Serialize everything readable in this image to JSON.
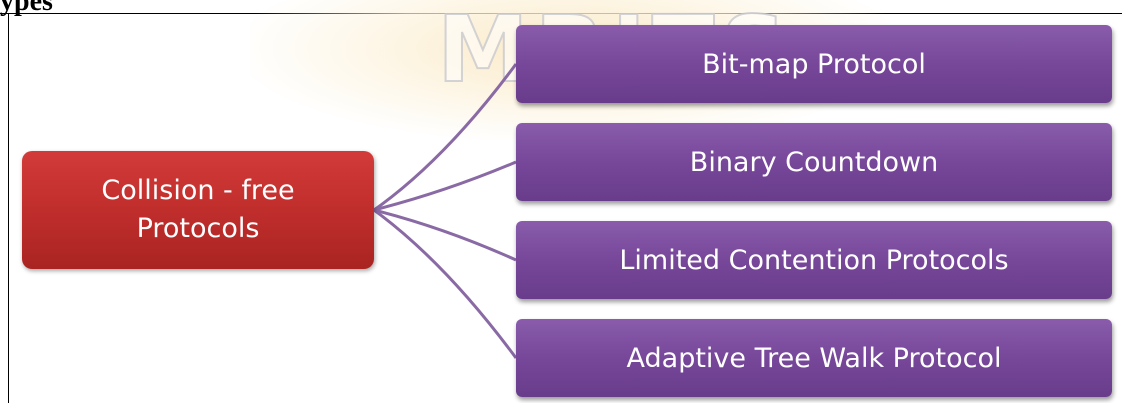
{
  "heading": "ypes",
  "watermark": "MRITS",
  "root": {
    "label": "Collision - free Protocols"
  },
  "children": [
    {
      "label": "Bit-map Protocol"
    },
    {
      "label": "Binary Countdown"
    },
    {
      "label": "Limited Contention Protocols"
    },
    {
      "label": "Adaptive Tree Walk Protocol"
    }
  ],
  "colors": {
    "root_fill": "#c02e2c",
    "child_fill": "#77479a",
    "connector": "#8a6aa5"
  }
}
